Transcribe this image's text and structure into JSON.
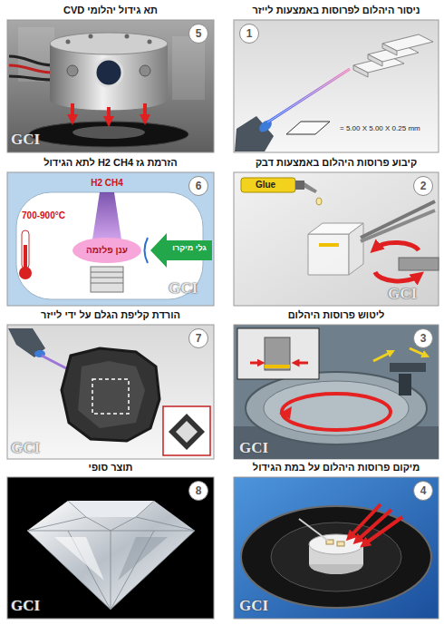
{
  "diagram": {
    "nodes": [
      {
        "text": [
          "ניסור היהלום לפרוסות באמצעות לייזר",
          "1",
          "= 5.00 X 5.00 X 0.25 mm"
        ]
      },
      {
        "text": [
          "קיבוע פרוסות היהלום באמצעות דבק",
          "2",
          "Glue"
        ]
      },
      {
        "text": [
          "ליטוש פרוסות היהלום",
          "3"
        ]
      },
      {
        "text": [
          "מיקום פרוסות היהלום על במת הגידול",
          "4"
        ]
      },
      {
        "text": [
          "תא גידול יהלומי CVD",
          "5"
        ]
      },
      {
        "text": [
          "הזרמת גז H2 CH4 לתא הגידול",
          "6",
          "H2 CH4",
          "700-900°C",
          "ענן פלזמה",
          "גלי מיקרו"
        ]
      },
      {
        "text": [
          "הורדת קליפת הגלם על ידי לייזר",
          "7"
        ]
      },
      {
        "text": [
          "תוצר סופי",
          "8"
        ]
      }
    ],
    "labels": [
      "GCI",
      "GCI",
      "GCI",
      "GCI",
      "GCI",
      "GCI",
      "GCI"
    ]
  }
}
